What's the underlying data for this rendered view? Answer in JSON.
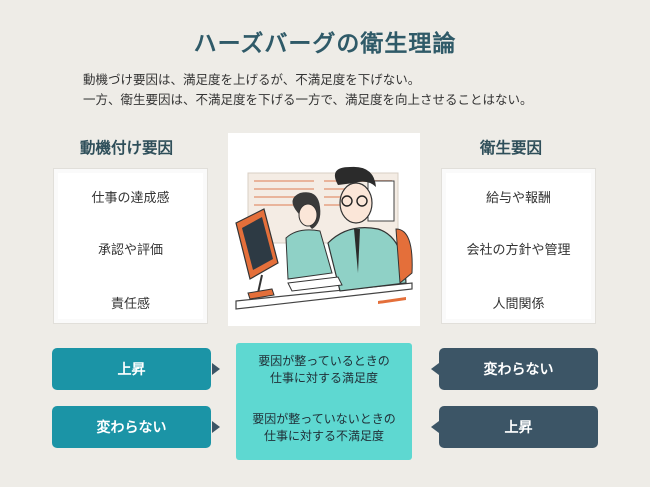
{
  "title": "ハーズバーグの衛生理論",
  "intro": {
    "line1": "動機づけ要因は、満足度を上げるが、不満足度を下げない。",
    "line2": "一方、衛生要因は、不満足度を下げる一方で、満足度を向上させることはない。"
  },
  "motivators": {
    "heading": "動機付け要因",
    "items": [
      "仕事の達成感",
      "承認や評価",
      "責任感"
    ]
  },
  "hygiene": {
    "heading": "衛生要因",
    "items": [
      "給与や報酬",
      "会社の方針や管理",
      "人間関係"
    ]
  },
  "effects": {
    "left_top": "上昇",
    "left_bottom": "変わらない",
    "right_top": "変わらない",
    "right_bottom": "上昇"
  },
  "center": {
    "top_line1": "要因が整っているときの",
    "top_line2": "仕事に対する満足度",
    "bottom_line1": "要因が整っていないときの",
    "bottom_line2": "仕事に対する不満足度"
  },
  "colors": {
    "teal": "#1b94a6",
    "slate": "#3c5566",
    "center": "#5ed8d1",
    "title": "#2f5a68"
  }
}
